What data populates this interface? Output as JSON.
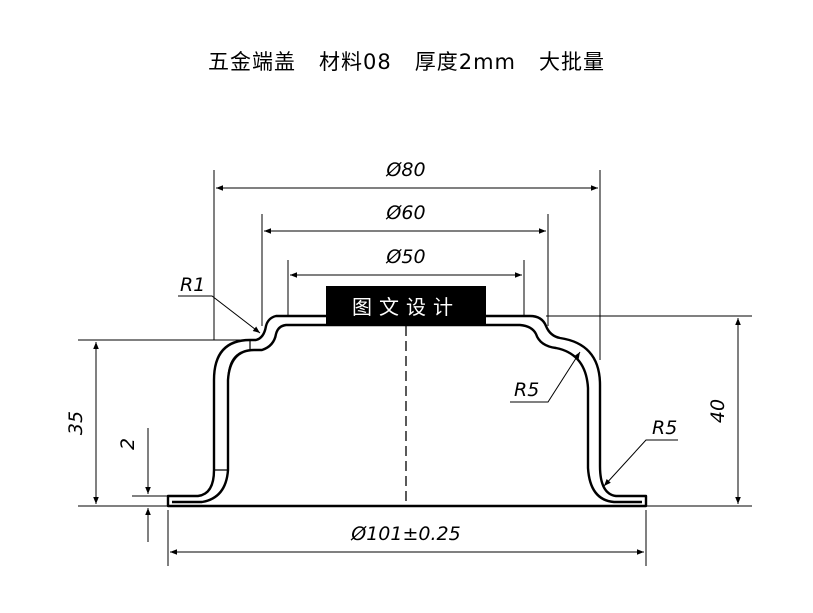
{
  "title": "五金端盖   材料08   厚度2mm   大批量",
  "dimensions": {
    "d80": "Ø80",
    "d60": "Ø60",
    "d50": "Ø50",
    "d101": "Ø101±0.25",
    "h35": "35",
    "h40": "40",
    "t2": "2",
    "r1": "R1",
    "r5_inner": "R5",
    "r5_outer": "R5"
  },
  "watermark": {
    "text": "图文设计",
    "color": "#000000"
  }
}
